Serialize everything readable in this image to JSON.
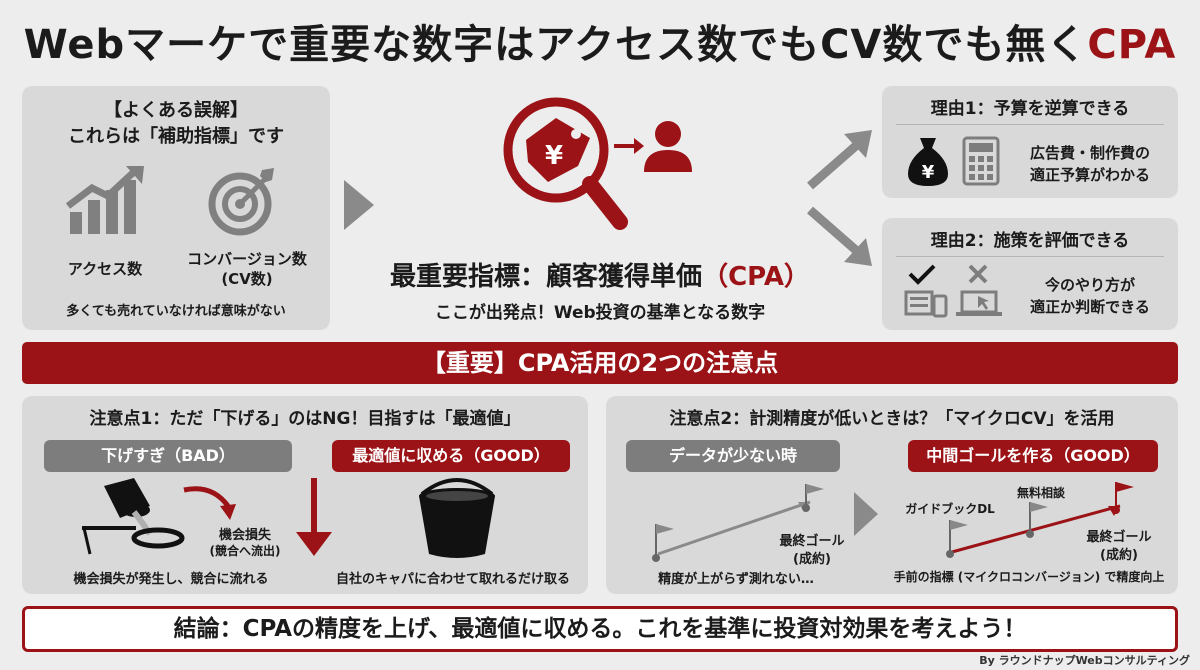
{
  "title": {
    "main": "Webマーケで重要な数字はアクセス数でもCV数でも無く",
    "accent": "CPA"
  },
  "misconception": {
    "heading": "【よくある誤解】",
    "subheading": "これらは「補助指標」です",
    "item1": "アクセス数",
    "item2_line1": "コンバージョン数",
    "item2_line2": "(CV数)",
    "note": "多くても売れていなければ意味がない"
  },
  "center": {
    "main_text": "最重要指標：顧客獲得単価",
    "main_accent": "（CPA）",
    "sub": "ここが出発点！Web投資の基準となる数字",
    "yen": "¥"
  },
  "reason1": {
    "title": "理由1：予算を逆算できる",
    "line1": "広告費・制作費の",
    "line2": "適正予算がわかる",
    "yen": "¥"
  },
  "reason2": {
    "title": "理由2：施策を評価できる",
    "line1": "今のやり方が",
    "line2": "適正か判断できる"
  },
  "banner": "【重要】CPA活用の2つの注意点",
  "point1": {
    "title": "注意点1：ただ「下げる」のはNG！目指すは「最適値」",
    "bad_label": "下げすぎ（BAD）",
    "good_label": "最適値に収める（GOOD）",
    "loss_line1": "機会損失",
    "loss_line2": "(競合へ流出)",
    "bad_caption": "機会損失が発生し、競合に流れる",
    "good_caption": "自社のキャパに合わせて取れるだけ取る"
  },
  "point2": {
    "title": "注意点2：計測精度が低いときは？「マイクロCV」を活用",
    "bad_label": "データが少ない時",
    "good_label": "中間ゴールを作る（GOOD）",
    "final_goal_line1": "最終ゴール",
    "final_goal_line2": "(成約)",
    "guidebook": "ガイドブックDL",
    "consult": "無料相談",
    "bad_caption": "精度が上がらず測れない…",
    "good_caption": "手前の指標 (マイクロコンバージョン) で精度向上"
  },
  "conclusion": "結論：CPAの精度を上げ、最適値に収める。これを基準に投資対効果を考えよう！",
  "credit": "By ラウンドナップWebコンサルティング"
}
